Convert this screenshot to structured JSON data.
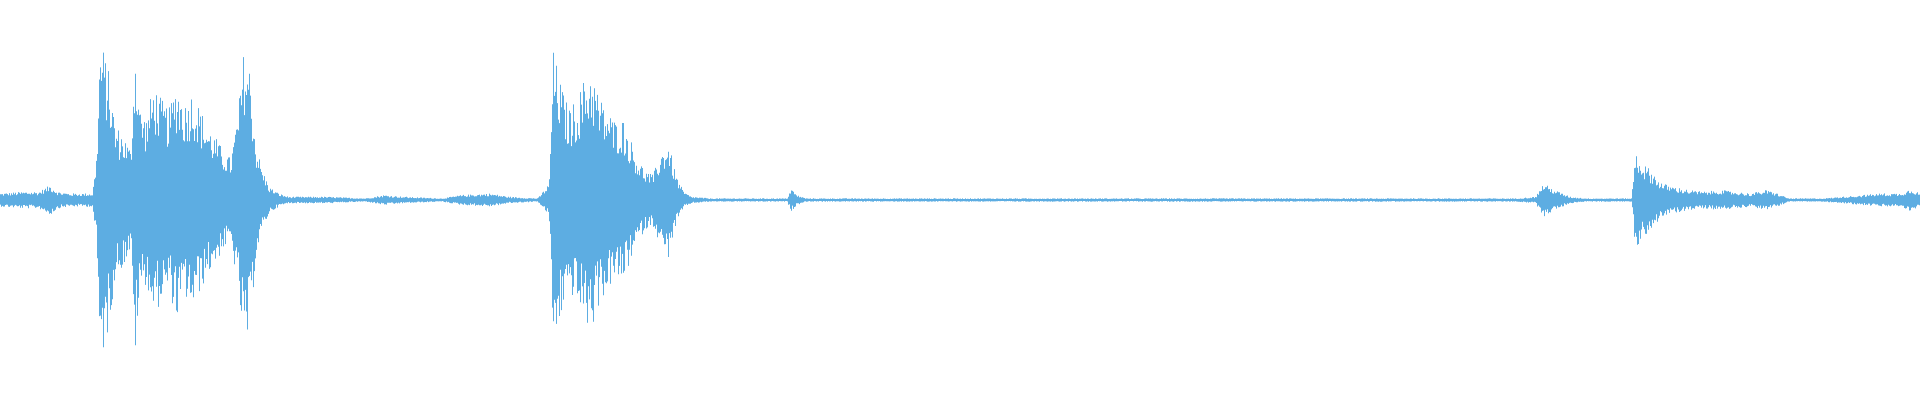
{
  "waveform": {
    "color": "#5dade2",
    "background": "#ffffff",
    "peaks": [
      [
        0.0,
        0.04
      ],
      [
        0.012,
        0.05
      ],
      [
        0.02,
        0.05
      ],
      [
        0.026,
        0.09
      ],
      [
        0.03,
        0.05
      ],
      [
        0.036,
        0.04
      ],
      [
        0.044,
        0.04
      ],
      [
        0.048,
        0.04
      ],
      [
        0.05,
        0.25
      ],
      [
        0.052,
        0.98
      ],
      [
        0.056,
        0.8
      ],
      [
        0.06,
        0.45
      ],
      [
        0.064,
        0.4
      ],
      [
        0.068,
        0.3
      ],
      [
        0.07,
        0.95
      ],
      [
        0.073,
        0.55
      ],
      [
        0.076,
        0.5
      ],
      [
        0.08,
        0.7
      ],
      [
        0.084,
        0.6
      ],
      [
        0.088,
        0.55
      ],
      [
        0.092,
        0.72
      ],
      [
        0.096,
        0.58
      ],
      [
        0.1,
        0.66
      ],
      [
        0.104,
        0.55
      ],
      [
        0.108,
        0.45
      ],
      [
        0.112,
        0.38
      ],
      [
        0.116,
        0.3
      ],
      [
        0.12,
        0.25
      ],
      [
        0.124,
        0.55
      ],
      [
        0.127,
        0.92
      ],
      [
        0.13,
        0.8
      ],
      [
        0.133,
        0.35
      ],
      [
        0.136,
        0.2
      ],
      [
        0.14,
        0.08
      ],
      [
        0.145,
        0.04
      ],
      [
        0.15,
        0.02
      ],
      [
        0.17,
        0.02
      ],
      [
        0.19,
        0.01
      ],
      [
        0.2,
        0.03
      ],
      [
        0.21,
        0.02
      ],
      [
        0.23,
        0.01
      ],
      [
        0.24,
        0.03
      ],
      [
        0.255,
        0.04
      ],
      [
        0.265,
        0.02
      ],
      [
        0.28,
        0.01
      ],
      [
        0.286,
        0.1
      ],
      [
        0.288,
        0.9
      ],
      [
        0.292,
        0.7
      ],
      [
        0.296,
        0.55
      ],
      [
        0.3,
        0.6
      ],
      [
        0.304,
        0.72
      ],
      [
        0.308,
        0.8
      ],
      [
        0.312,
        0.62
      ],
      [
        0.316,
        0.55
      ],
      [
        0.32,
        0.48
      ],
      [
        0.324,
        0.5
      ],
      [
        0.328,
        0.38
      ],
      [
        0.332,
        0.25
      ],
      [
        0.336,
        0.18
      ],
      [
        0.34,
        0.15
      ],
      [
        0.344,
        0.28
      ],
      [
        0.348,
        0.35
      ],
      [
        0.352,
        0.15
      ],
      [
        0.356,
        0.05
      ],
      [
        0.36,
        0.02
      ],
      [
        0.37,
        0.01
      ],
      [
        0.38,
        0.01
      ],
      [
        0.41,
        0.01
      ],
      [
        0.412,
        0.07
      ],
      [
        0.415,
        0.03
      ],
      [
        0.42,
        0.01
      ],
      [
        0.44,
        0.01
      ],
      [
        0.48,
        0.01
      ],
      [
        0.52,
        0.01
      ],
      [
        0.56,
        0.01
      ],
      [
        0.6,
        0.01
      ],
      [
        0.64,
        0.01
      ],
      [
        0.68,
        0.01
      ],
      [
        0.72,
        0.01
      ],
      [
        0.76,
        0.01
      ],
      [
        0.79,
        0.01
      ],
      [
        0.8,
        0.02
      ],
      [
        0.804,
        0.1
      ],
      [
        0.81,
        0.06
      ],
      [
        0.818,
        0.02
      ],
      [
        0.826,
        0.01
      ],
      [
        0.834,
        0.01
      ],
      [
        0.85,
        0.01
      ],
      [
        0.852,
        0.3
      ],
      [
        0.856,
        0.22
      ],
      [
        0.86,
        0.18
      ],
      [
        0.866,
        0.1
      ],
      [
        0.872,
        0.08
      ],
      [
        0.88,
        0.06
      ],
      [
        0.888,
        0.05
      ],
      [
        0.896,
        0.06
      ],
      [
        0.904,
        0.05
      ],
      [
        0.912,
        0.04
      ],
      [
        0.92,
        0.06
      ],
      [
        0.926,
        0.04
      ],
      [
        0.932,
        0.01
      ],
      [
        0.95,
        0.01
      ],
      [
        0.96,
        0.02
      ],
      [
        0.97,
        0.03
      ],
      [
        0.98,
        0.04
      ],
      [
        0.99,
        0.04
      ],
      [
        0.996,
        0.07
      ],
      [
        1.0,
        0.04
      ]
    ]
  }
}
